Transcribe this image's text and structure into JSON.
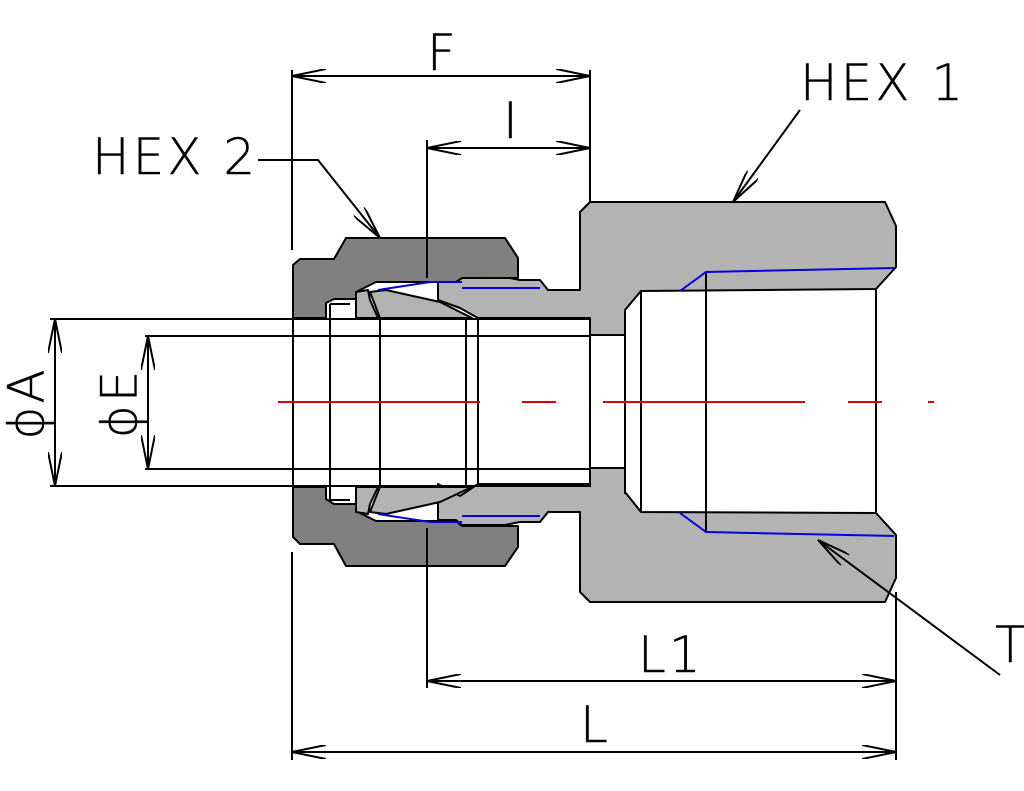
{
  "labels": {
    "hex1": "HEX 1",
    "hex2": "HEX 2",
    "f": "F",
    "i": "I",
    "l1": "L1",
    "l": "L",
    "t": "T",
    "a": "ϕA",
    "e": "ϕE"
  },
  "colors": {
    "outline": "#000000",
    "body_fill": "#b3b3b3",
    "nut_fill": "#808080",
    "centerline": "#e00000",
    "thread": "#0000e0",
    "background": "#ffffff"
  }
}
